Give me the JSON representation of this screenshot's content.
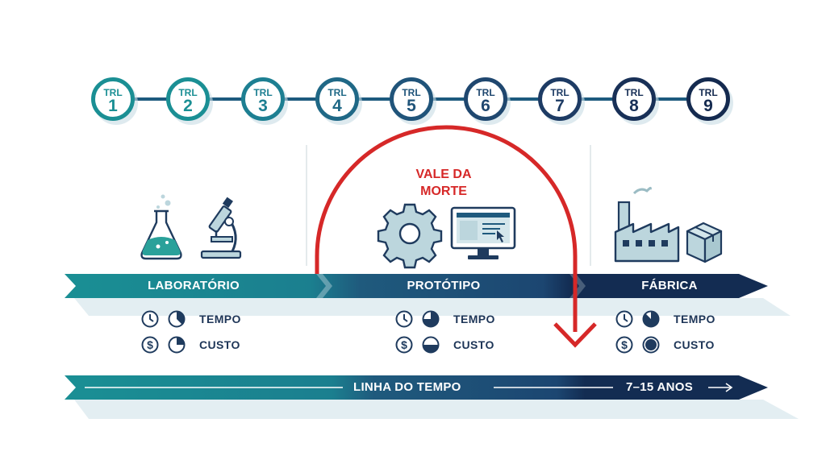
{
  "trl_levels": [
    {
      "prefix": "TRL",
      "number": "1",
      "color": "#1a8f94"
    },
    {
      "prefix": "TRL",
      "number": "2",
      "color": "#1a8f94"
    },
    {
      "prefix": "TRL",
      "number": "3",
      "color": "#1d7f92"
    },
    {
      "prefix": "TRL",
      "number": "4",
      "color": "#1f6886"
    },
    {
      "prefix": "TRL",
      "number": "5",
      "color": "#20547a"
    },
    {
      "prefix": "TRL",
      "number": "6",
      "color": "#1f476f"
    },
    {
      "prefix": "TRL",
      "number": "7",
      "color": "#1d3b64"
    },
    {
      "prefix": "TRL",
      "number": "8",
      "color": "#183057"
    },
    {
      "prefix": "TRL",
      "number": "9",
      "color": "#142a4f"
    }
  ],
  "phases": {
    "lab": {
      "label": "LABORATÓRIO",
      "icons": [
        "flask-icon",
        "microscope-icon"
      ],
      "tempo": "TEMPO",
      "custo": "CUSTO"
    },
    "proto": {
      "label": "PROTÓTIPO",
      "icons": [
        "gear-icon",
        "monitor-icon"
      ],
      "tempo": "TEMPO",
      "custo": "CUSTO"
    },
    "factory": {
      "label": "FÁBRICA",
      "icons": [
        "factory-icon",
        "box-icon"
      ],
      "tempo": "TEMPO",
      "custo": "CUSTO"
    }
  },
  "valley": {
    "line1": "VALE DA",
    "line2": "MORTE",
    "color": "#d62828"
  },
  "timeline": {
    "label": "LINHA DO TEMPO",
    "duration": "7–15 ANOS"
  },
  "colors": {
    "teal": "#1a8f94",
    "mid": "#1f5a7d",
    "navy": "#132c52",
    "red": "#d62828",
    "icon_fill": "#bcd6dd"
  }
}
